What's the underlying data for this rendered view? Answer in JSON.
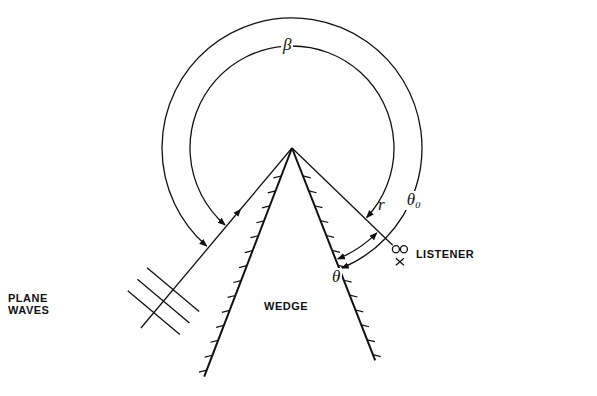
{
  "diagram": {
    "labels": [
      "β",
      "θ₀",
      "r",
      "θ",
      "PLANE WAVES",
      "WEDGE",
      "LISTENER"
    ]
  }
}
